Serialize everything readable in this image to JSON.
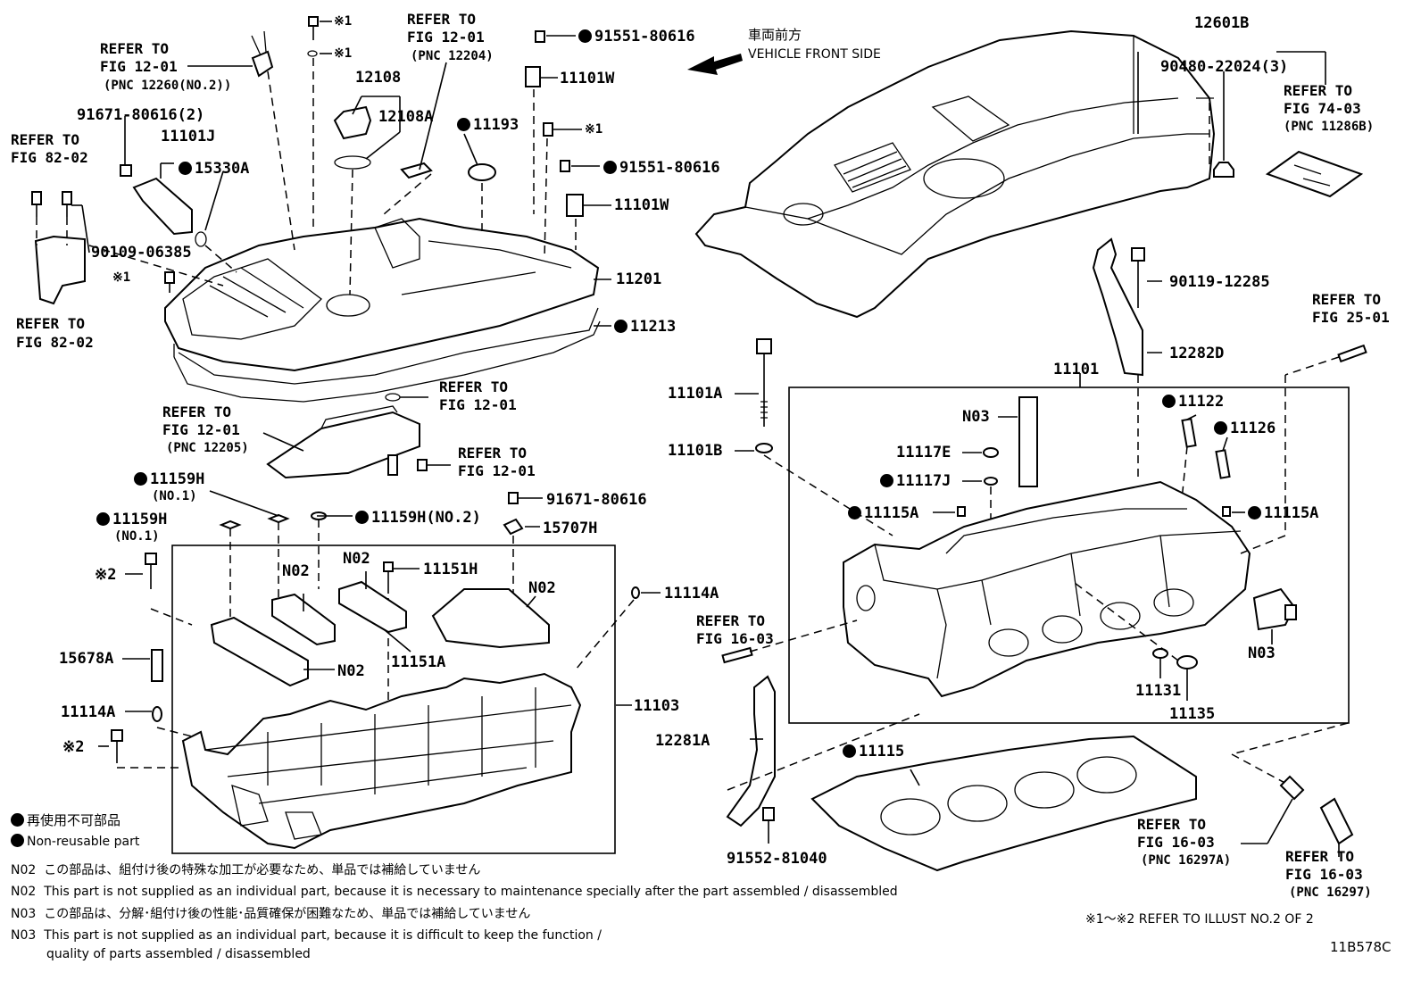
{
  "labels": {
    "p12601B": "12601B",
    "p90480": "90480-22024(3)",
    "ref_74_03": [
      "REFER TO",
      "FIG 74-03",
      "(PNC 11286B)"
    ],
    "front_jp": "車両前方",
    "front_en": "VEHICLE FRONT SIDE",
    "ref_12_01_a": [
      "REFER TO",
      "FIG 12-01",
      "(PNC 12260(NO.2))"
    ],
    "ref_12_01_b": [
      "REFER TO",
      "FIG 12-01",
      "(PNC 12204)"
    ],
    "p91551_a": "91551-80616",
    "p91551_b": "91551-80616",
    "mark1_a": "※1",
    "mark1_b": "※1",
    "mark1_c": "※1",
    "mark1_d": "※1",
    "p11101W_a": "11101W",
    "p11101W_b": "11101W",
    "p12108": "12108",
    "p12108A": "12108A",
    "p11193": "11193",
    "p91671_a": "91671-80616(2)",
    "p11101J": "11101J",
    "p15330A": "15330A",
    "ref_82_02_a": [
      "REFER TO",
      "FIG 82-02"
    ],
    "ref_82_02_b": [
      "REFER TO",
      "FIG 82-02"
    ],
    "p90109": "90109-06385",
    "p11201": "11201",
    "p11213": "11213",
    "ref_12_01_c": [
      "REFER TO",
      "FIG 12-01"
    ],
    "ref_12_01_d": [
      "REFER TO",
      "FIG 12-01",
      "(PNC 12205)"
    ],
    "ref_12_01_e": [
      "REFER TO",
      "FIG 12-01"
    ],
    "p11159H_a": "11159H",
    "p11159H_a_sub": "(NO.1)",
    "p11159H_b": "11159H",
    "p11159H_b_sub": "(NO.1)",
    "p11159H_c": "11159H(NO.2)",
    "p91671_b": "91671-80616",
    "p15707H": "15707H",
    "mark2_a": "※2",
    "mark2_b": "※2",
    "n02_a": "N02",
    "n02_b": "N02",
    "n02_c": "N02",
    "n02_d": "N02",
    "p11151H": "11151H",
    "p11151A": "11151A",
    "p11114A_a": "11114A",
    "p11114A_b": "11114A",
    "p15678A": "15678A",
    "p11103": "11103",
    "ref_16_03_a": [
      "REFER TO",
      "FIG 16-03"
    ],
    "p12281A": "12281A",
    "p91552": "91552-81040",
    "p90119": "90119-12285",
    "p12282D": "12282D",
    "ref_25_01": [
      "REFER TO",
      "FIG 25-01"
    ],
    "p11101": "11101",
    "p11101A": "11101A",
    "p11101B": "11101B",
    "n03_a": "N03",
    "n03_b": "N03",
    "p11117E": "11117E",
    "p11117J": "11117J",
    "p11122": "11122",
    "p11126": "11126",
    "p11115A_a": "11115A",
    "p11115A_b": "11115A",
    "p11131": "11131",
    "p11135": "11135",
    "p11115": "11115",
    "ref_16_03_b": [
      "REFER TO",
      "FIG 16-03",
      "(PNC 16297A)"
    ],
    "ref_16_03_c": [
      "REFER TO",
      "FIG 16-03",
      "(PNC 16297)"
    ]
  },
  "legend": {
    "jp": "再使用不可部品",
    "en": "Non-reusable part"
  },
  "notes": [
    {
      "code": "N02",
      "text": "この部品は、組付け後の特殊な加工が必要なため、単品では補給していません"
    },
    {
      "code": "N02",
      "text": "This part is not supplied as an individual part, because it is necessary to maintenance specially after the part assembled / disassembled"
    },
    {
      "code": "N03",
      "text": "この部品は、分解･組付け後の性能･品質確保が困難なため、単品では補給していません"
    },
    {
      "code": "N03",
      "text": "This part is not supplied as an individual part, because it is difficult to keep the function /"
    },
    {
      "code": "",
      "text": "quality of parts  assembled / disassembled"
    }
  ],
  "refer_illust": "※1～※2  REFER TO ILLUST NO.2 OF 2",
  "figure_id": "11B578C"
}
